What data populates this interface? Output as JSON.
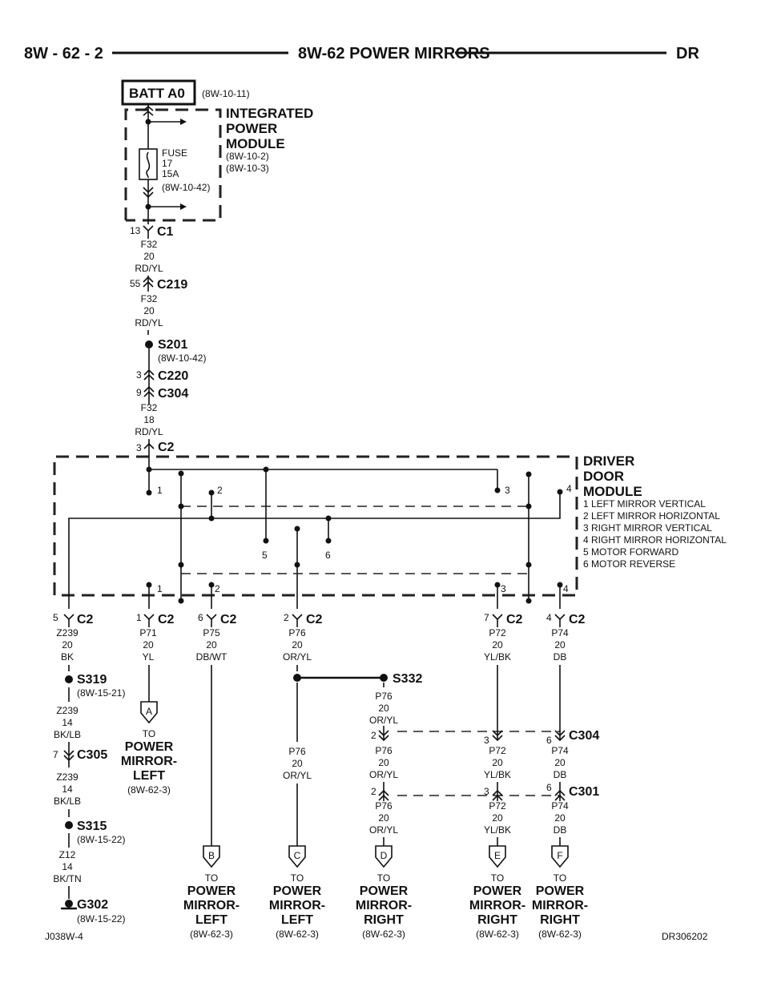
{
  "header": {
    "left": "8W - 62 - 2",
    "center": "8W-62 POWER MIRRORS",
    "right": "DR"
  },
  "footer": {
    "left": "J038W-4",
    "right": "DR306202"
  },
  "batt": {
    "label": "BATT A0",
    "ref": "(8W-10-11)"
  },
  "ipm": {
    "title1": "INTEGRATED",
    "title2": "POWER",
    "title3": "MODULE",
    "ref1": "(8W-10-2)",
    "ref2": "(8W-10-3)"
  },
  "fuse": {
    "l1": "FUSE",
    "l2": "17",
    "l3": "15A",
    "l4": "(8W-10-42)"
  },
  "upper_chain": {
    "c1": {
      "pin": "13",
      "name": "C1"
    },
    "w1": {
      "circuit": "F32",
      "gauge": "20",
      "color": "RD/YL"
    },
    "c219": {
      "pin": "55",
      "name": "C219"
    },
    "w2": {
      "circuit": "F32",
      "gauge": "20",
      "color": "RD/YL"
    },
    "s201": {
      "name": "S201",
      "ref": "(8W-10-42)"
    },
    "c220": {
      "pin": "3",
      "name": "C220"
    },
    "c304": {
      "pin": "9",
      "name": "C304"
    },
    "w3": {
      "circuit": "F32",
      "gauge": "18",
      "color": "RD/YL"
    },
    "c2": {
      "pin": "3",
      "name": "C2"
    }
  },
  "ddm": {
    "title1": "DRIVER",
    "title2": "DOOR",
    "title3": "MODULE",
    "legend": [
      "1 LEFT MIRROR VERTICAL",
      "2 LEFT MIRROR HORIZONTAL",
      "3 RIGHT MIRROR VERTICAL",
      "4 RIGHT MIRROR HORIZONTAL",
      "5 MOTOR FORWARD",
      "6 MOTOR REVERSE"
    ],
    "top_labels": [
      "1",
      "2",
      "3",
      "4"
    ],
    "mid_labels": [
      "5",
      "6"
    ],
    "bottom_labels": [
      "1",
      "2",
      "3",
      "4"
    ]
  },
  "outputs": [
    {
      "pin": "5",
      "conn": "C2",
      "circuit": "Z239",
      "gauge": "20",
      "color": "BK"
    },
    {
      "pin": "1",
      "conn": "C2",
      "circuit": "P71",
      "gauge": "20",
      "color": "YL"
    },
    {
      "pin": "6",
      "conn": "C2",
      "circuit": "P75",
      "gauge": "20",
      "color": "DB/WT"
    },
    {
      "pin": "2",
      "conn": "C2",
      "circuit": "P76",
      "gauge": "20",
      "color": "OR/YL"
    },
    {
      "pin": "7",
      "conn": "C2",
      "circuit": "P72",
      "gauge": "20",
      "color": "YL/BK"
    },
    {
      "pin": "4",
      "conn": "C2",
      "circuit": "P74",
      "gauge": "20",
      "color": "DB"
    }
  ],
  "ground_chain": {
    "s319": {
      "name": "S319",
      "ref": "(8W-15-21)"
    },
    "w1": {
      "circuit": "Z239",
      "gauge": "14",
      "color": "BK/LB"
    },
    "c305": {
      "pin": "7",
      "name": "C305"
    },
    "w2": {
      "circuit": "Z239",
      "gauge": "14",
      "color": "BK/LB"
    },
    "s315": {
      "name": "S315",
      "ref": "(8W-15-22)"
    },
    "w3": {
      "circuit": "Z12",
      "gauge": "14",
      "color": "BK/TN"
    },
    "g302": {
      "name": "G302",
      "ref": "(8W-15-22)"
    }
  },
  "s332": {
    "name": "S332",
    "w_top": {
      "circuit": "P76",
      "gauge": "20",
      "color": "OR/YL"
    },
    "w_mid": {
      "circuit": "P76",
      "gauge": "20",
      "color": "OR/YL"
    },
    "w_right1": {
      "circuit": "P76",
      "gauge": "20",
      "color": "OR/YL"
    },
    "w_right2": {
      "circuit": "P76",
      "gauge": "20",
      "color": "OR/YL"
    }
  },
  "c304": {
    "name": "C304",
    "pins": [
      "2",
      "3",
      "6"
    ],
    "p72": {
      "circuit": "P72",
      "gauge": "20",
      "color": "YL/BK"
    },
    "p74": {
      "circuit": "P74",
      "gauge": "20",
      "color": "DB"
    }
  },
  "c301": {
    "name": "C301",
    "pins": [
      "2",
      "3",
      "6"
    ],
    "p72": {
      "circuit": "P72",
      "gauge": "20",
      "color": "YL/BK"
    },
    "p74": {
      "circuit": "P74",
      "gauge": "20",
      "color": "DB"
    }
  },
  "destinations": [
    {
      "letter": "A",
      "to": "TO",
      "l1": "POWER",
      "l2": "MIRROR-",
      "l3": "LEFT",
      "ref": "(8W-62-3)"
    },
    {
      "letter": "B",
      "to": "TO",
      "l1": "POWER",
      "l2": "MIRROR-",
      "l3": "LEFT",
      "ref": "(8W-62-3)"
    },
    {
      "letter": "C",
      "to": "TO",
      "l1": "POWER",
      "l2": "MIRROR-",
      "l3": "LEFT",
      "ref": "(8W-62-3)"
    },
    {
      "letter": "D",
      "to": "TO",
      "l1": "POWER",
      "l2": "MIRROR-",
      "l3": "RIGHT",
      "ref": "(8W-62-3)"
    },
    {
      "letter": "E",
      "to": "TO",
      "l1": "POWER",
      "l2": "MIRROR-",
      "l3": "RIGHT",
      "ref": "(8W-62-3)"
    },
    {
      "letter": "F",
      "to": "TO",
      "l1": "POWER",
      "l2": "MIRROR-",
      "l3": "RIGHT",
      "ref": "(8W-62-3)"
    }
  ]
}
